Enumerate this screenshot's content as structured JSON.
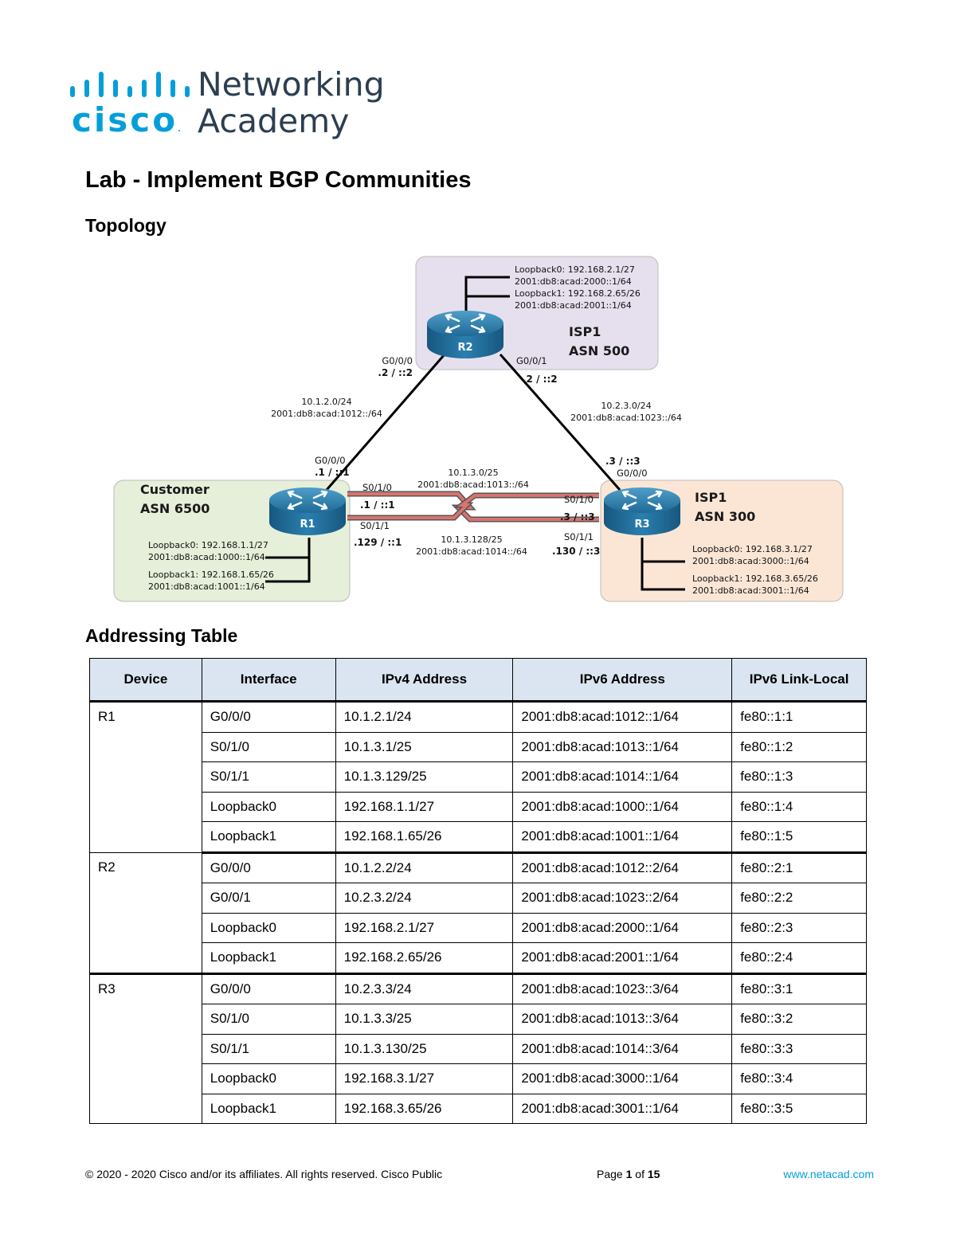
{
  "logo": {
    "brand": "cisco",
    "line1": "Networking",
    "line2": "Academy"
  },
  "document": {
    "title": "Lab - Implement BGP Communities",
    "topology_heading": "Topology",
    "addressing_heading": "Addressing Table"
  },
  "topology": {
    "routers": [
      "R2",
      "R1",
      "R3"
    ],
    "isp_top": {
      "name": "ISP1",
      "asn": "ASN 500",
      "loopbacks": [
        "Loopback0: 192.168.2.1/27",
        "2001:db8:acad:2000::1/64",
        "Loopback1: 192.168.2.65/26",
        "2001:db8:acad:2001::1/64"
      ]
    },
    "customer": {
      "name": "Customer",
      "asn": "ASN 6500",
      "loopbacks": [
        "Loopback0: 192.168.1.1/27",
        "2001:db8:acad:1000::1/64",
        "Loopback1: 192.168.1.65/26",
        "2001:db8:acad:1001::1/64"
      ]
    },
    "isp_right": {
      "name": "ISP1",
      "asn": "ASN 300",
      "loopbacks": [
        "Loopback0: 192.168.3.1/27",
        "2001:db8:acad:3000::1/64",
        "Loopback1: 192.168.3.65/26",
        "2001:db8:acad:3001::1/64"
      ]
    },
    "links": {
      "r2_g000": "G0/0/0",
      "r2_g000_addr": ".2 / ::2",
      "r2_g001": "G0/0/1",
      "r2_g001_addr": ".2 / ::2",
      "net12_v4": "10.1.2.0/24",
      "net12_v6": "2001:db8:acad:1012::/64",
      "net23_v4": "10.2.3.0/24",
      "net23_v6": "2001:db8:acad:1023::/64",
      "r1_g000": "G0/0/0",
      "r1_g000_addr": ".1 / ::1",
      "r3_g000": "G0/0/0",
      "r3_g000_addr": ".3 / ::3",
      "net13a_v4": "10.1.3.0/25",
      "net13a_v6": "2001:db8:acad:1013::/64",
      "net13b_v4": "10.1.3.128/25",
      "net13b_v6": "2001:db8:acad:1014::/64",
      "r1_s010": "S0/1/0",
      "r1_s010_addr": ".1 / ::1",
      "r1_s011": "S0/1/1",
      "r1_s011_addr": ".129 / ::1",
      "r3_s010": "S0/1/0",
      "r3_s010_addr": ".3 / ::3",
      "r3_s011": "S0/1/1",
      "r3_s011_addr": ".130 / ::3"
    }
  },
  "table": {
    "headers": [
      "Device",
      "Interface",
      "IPv4 Address",
      "IPv6 Address",
      "IPv6 Link-Local"
    ],
    "groups": [
      {
        "device": "R1",
        "rows": [
          [
            "G0/0/0",
            "10.1.2.1/24",
            "2001:db8:acad:1012::1/64",
            "fe80::1:1"
          ],
          [
            "S0/1/0",
            "10.1.3.1/25",
            "2001:db8:acad:1013::1/64",
            "fe80::1:2"
          ],
          [
            "S0/1/1",
            "10.1.3.129/25",
            "2001:db8:acad:1014::1/64",
            "fe80::1:3"
          ],
          [
            "Loopback0",
            "192.168.1.1/27",
            "2001:db8:acad:1000::1/64",
            "fe80::1:4"
          ],
          [
            "Loopback1",
            "192.168.1.65/26",
            "2001:db8:acad:1001::1/64",
            "fe80::1:5"
          ]
        ]
      },
      {
        "device": "R2",
        "rows": [
          [
            "G0/0/0",
            "10.1.2.2/24",
            "2001:db8:acad:1012::2/64",
            "fe80::2:1"
          ],
          [
            "G0/0/1",
            "10.2.3.2/24",
            "2001:db8:acad:1023::2/64",
            "fe80::2:2"
          ],
          [
            "Loopback0",
            "192.168.2.1/27",
            "2001:db8:acad:2000::1/64",
            "fe80::2:3"
          ],
          [
            "Loopback1",
            "192.168.2.65/26",
            "2001:db8:acad:2001::1/64",
            "fe80::2:4"
          ]
        ]
      },
      {
        "device": "R3",
        "rows": [
          [
            "G0/0/0",
            "10.2.3.3/24",
            "2001:db8:acad:1023::3/64",
            "fe80::3:1"
          ],
          [
            "S0/1/0",
            "10.1.3.3/25",
            "2001:db8:acad:1013::3/64",
            "fe80::3:2"
          ],
          [
            "S0/1/1",
            "10.1.3.130/25",
            "2001:db8:acad:1014::3/64",
            "fe80::3:3"
          ],
          [
            "Loopback0",
            "192.168.3.1/27",
            "2001:db8:acad:3000::1/64",
            "fe80::3:4"
          ],
          [
            "Loopback1",
            "192.168.3.65/26",
            "2001:db8:acad:3001::1/64",
            "fe80::3:5"
          ]
        ]
      }
    ]
  },
  "footer": {
    "copyright": "© 2020 - 2020 Cisco and/or its affiliates. All rights reserved. Cisco Public",
    "page_prefix": "Page ",
    "page_num": "1",
    "page_of": " of ",
    "page_total": "15",
    "url": "www.netacad.com"
  },
  "colors": {
    "cisco_blue": "#049fd9",
    "isp_top_zone": "#e6e0ee",
    "customer_zone": "#e6efd9",
    "isp_right_zone": "#fbe6d6",
    "serial_link": "#c0504d",
    "table_header": "#dbe5f1"
  }
}
